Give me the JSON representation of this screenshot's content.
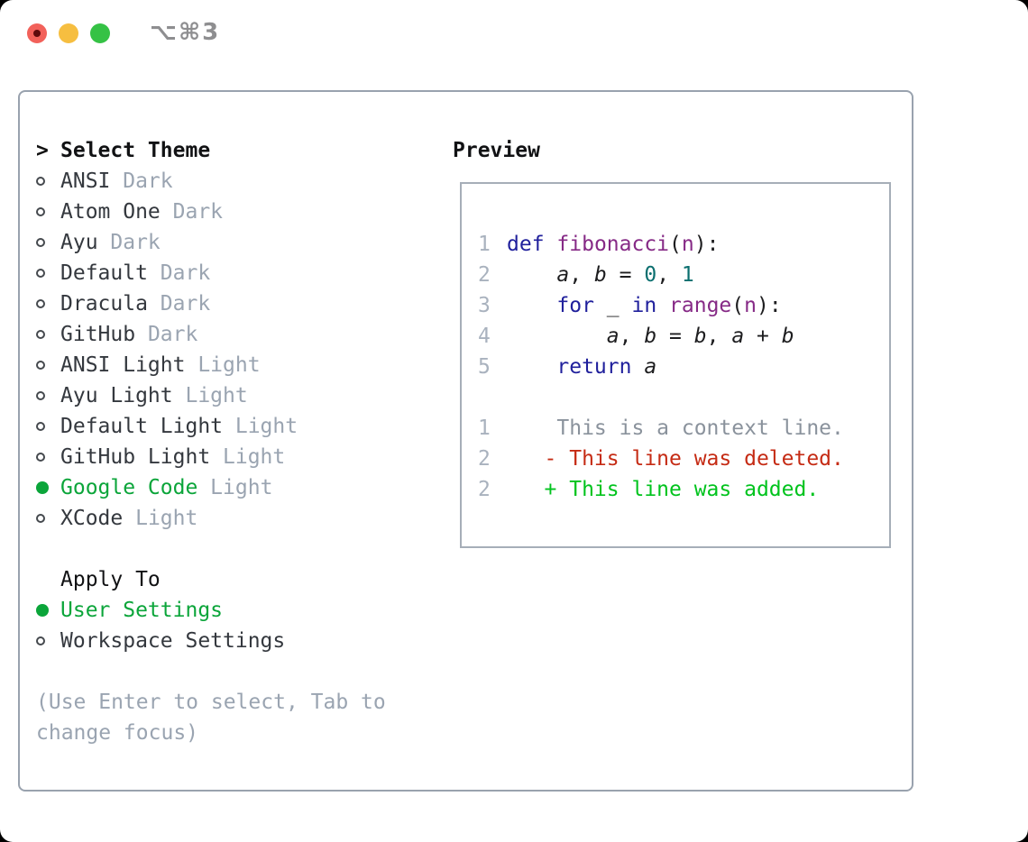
{
  "window": {
    "title": "⌥⌘3"
  },
  "colors": {
    "selected-green": "#0ba53a",
    "added-green": "#00c31d",
    "deleted-red": "#c52b14",
    "keyword-blue": "#20209c",
    "title-purple": "#862a86",
    "literal-teal": "#0b6f6f",
    "muted-gray": "#9aa4b1",
    "traffic-red": "#f2615a",
    "traffic-yellow": "#f6be40",
    "traffic-green": "#35c245"
  },
  "theme_list": {
    "prompt": ">",
    "header": "Select Theme",
    "items": [
      {
        "name": "ANSI",
        "tag": "Dark",
        "selected": false
      },
      {
        "name": "Atom One",
        "tag": "Dark",
        "selected": false
      },
      {
        "name": "Ayu",
        "tag": "Dark",
        "selected": false
      },
      {
        "name": "Default",
        "tag": "Dark",
        "selected": false
      },
      {
        "name": "Dracula",
        "tag": "Dark",
        "selected": false
      },
      {
        "name": "GitHub",
        "tag": "Dark",
        "selected": false
      },
      {
        "name": "ANSI Light",
        "tag": "Light",
        "selected": false
      },
      {
        "name": "Ayu Light",
        "tag": "Light",
        "selected": false
      },
      {
        "name": "Default Light",
        "tag": "Light",
        "selected": false
      },
      {
        "name": "GitHub Light",
        "tag": "Light",
        "selected": false
      },
      {
        "name": "Google Code",
        "tag": "Light",
        "selected": true
      },
      {
        "name": "XCode",
        "tag": "Light",
        "selected": false
      }
    ]
  },
  "apply_to": {
    "header": "Apply To",
    "options": [
      {
        "name": "User Settings",
        "selected": true
      },
      {
        "name": "Workspace Settings",
        "selected": false
      }
    ]
  },
  "help_text": "(Use Enter to select, Tab to change focus)",
  "preview": {
    "label": "Preview",
    "lines": [
      {
        "num": "1",
        "tokens": [
          {
            "t": "def",
            "c": "kw"
          },
          {
            "t": " ",
            "c": "pl"
          },
          {
            "t": "fibonacci",
            "c": "fn"
          },
          {
            "t": "(",
            "c": "pl"
          },
          {
            "t": "n",
            "c": "fn"
          },
          {
            "t": "):",
            "c": "pl"
          }
        ]
      },
      {
        "num": "2",
        "tokens": [
          {
            "t": "    ",
            "c": "pl"
          },
          {
            "t": "a",
            "c": "var"
          },
          {
            "t": ", ",
            "c": "pl"
          },
          {
            "t": "b",
            "c": "var"
          },
          {
            "t": " = ",
            "c": "pl"
          },
          {
            "t": "0",
            "c": "lit"
          },
          {
            "t": ", ",
            "c": "pl"
          },
          {
            "t": "1",
            "c": "lit"
          }
        ]
      },
      {
        "num": "3",
        "tokens": [
          {
            "t": "    ",
            "c": "pl"
          },
          {
            "t": "for",
            "c": "kw"
          },
          {
            "t": " _ ",
            "c": "pl"
          },
          {
            "t": "in",
            "c": "kw"
          },
          {
            "t": " ",
            "c": "pl"
          },
          {
            "t": "range",
            "c": "fn"
          },
          {
            "t": "(",
            "c": "pl"
          },
          {
            "t": "n",
            "c": "fn"
          },
          {
            "t": "):",
            "c": "pl"
          }
        ]
      },
      {
        "num": "4",
        "tokens": [
          {
            "t": "        ",
            "c": "pl"
          },
          {
            "t": "a",
            "c": "var"
          },
          {
            "t": ", ",
            "c": "pl"
          },
          {
            "t": "b",
            "c": "var"
          },
          {
            "t": " = ",
            "c": "pl"
          },
          {
            "t": "b",
            "c": "var"
          },
          {
            "t": ", ",
            "c": "pl"
          },
          {
            "t": "a",
            "c": "var"
          },
          {
            "t": " + ",
            "c": "pl"
          },
          {
            "t": "b",
            "c": "var"
          }
        ]
      },
      {
        "num": "5",
        "tokens": [
          {
            "t": "    ",
            "c": "pl"
          },
          {
            "t": "return",
            "c": "kw"
          },
          {
            "t": " ",
            "c": "pl"
          },
          {
            "t": "a",
            "c": "var"
          }
        ]
      },
      {
        "num": "",
        "tokens": []
      },
      {
        "num": "1",
        "tokens": [
          {
            "t": "    This is a context line.",
            "c": "ctx"
          }
        ]
      },
      {
        "num": "2",
        "tokens": [
          {
            "t": "   - This line was deleted.",
            "c": "del"
          }
        ]
      },
      {
        "num": "2",
        "tokens": [
          {
            "t": "   + This line was added.",
            "c": "add"
          }
        ]
      }
    ]
  }
}
